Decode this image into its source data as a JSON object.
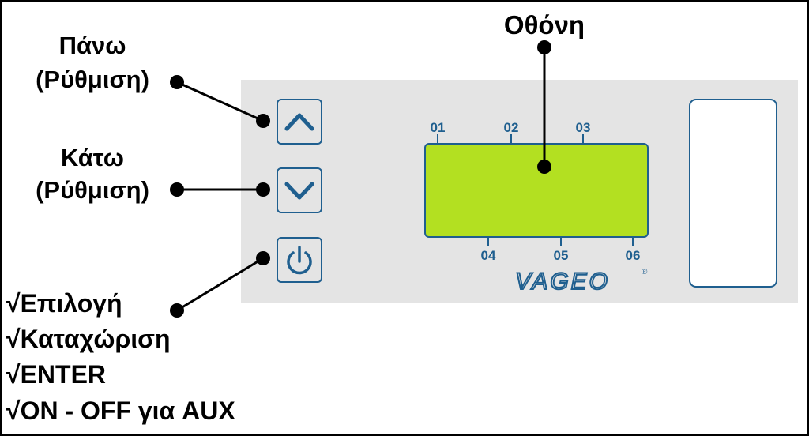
{
  "labels": {
    "screen": "Οθόνη",
    "up_line1": "Πάνω",
    "up_line2": "(Ρύθμιση)",
    "down_line1": "Κάτω",
    "down_line2": "(Ρύθμιση)",
    "power_features": [
      "√Επιλογή",
      "√Καταχώριση",
      "√ENTER",
      "√ON - OFF για AUX"
    ]
  },
  "display": {
    "top_pins": [
      "01",
      "02",
      "03"
    ],
    "bottom_pins": [
      "04",
      "05",
      "06"
    ]
  },
  "brand": {
    "logo_text": "VAGEO",
    "registered_mark": "®"
  },
  "icons": {
    "up_button": "chevron-up-icon",
    "down_button": "chevron-down-icon",
    "power_button": "power-icon"
  },
  "colors": {
    "panel": "#e4e4e4",
    "lcd": "#b3e021",
    "accent": "#1f5f8f",
    "text": "#000000"
  }
}
